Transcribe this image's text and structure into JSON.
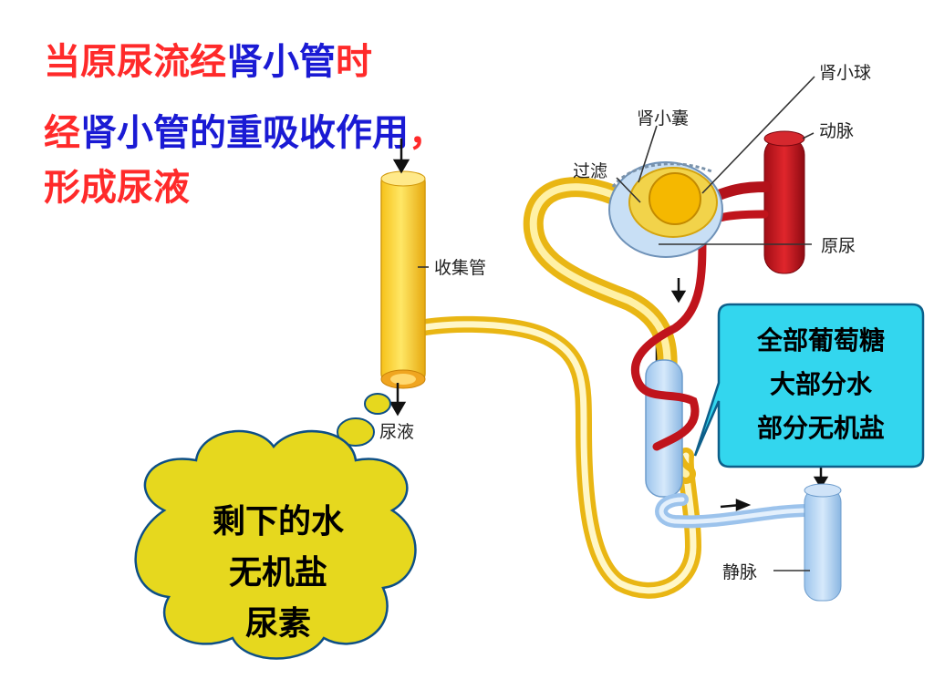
{
  "title": {
    "line1": [
      {
        "text": "当原尿流经",
        "color": "red"
      },
      {
        "text": "肾小管",
        "color": "blue"
      },
      {
        "text": "时",
        "color": "red"
      }
    ],
    "line2": [
      {
        "text": "经",
        "color": "red"
      },
      {
        "text": "肾小管的重吸收作用",
        "color": "blue"
      },
      {
        "text": "，",
        "color": "red"
      }
    ],
    "line3": [
      {
        "text": "形成尿液",
        "color": "red"
      }
    ]
  },
  "labels": {
    "renal_corpuscle_glomerulus": "肾小球",
    "bowmans_capsule": "肾小囊",
    "artery": "动脉",
    "filtration": "过滤",
    "primary_urine": "原尿",
    "collecting_duct": "收集管",
    "urine": "尿液",
    "vein": "静脉"
  },
  "callout": {
    "line1": "全部葡萄糖",
    "line2": "大部分水",
    "line3": "部分无机盐"
  },
  "cloud": {
    "line1": "剩下的水",
    "line2": "无机盐",
    "line3": "尿素"
  },
  "colors": {
    "title_red": "#ff2a2a",
    "title_blue": "#1a1ad4",
    "callout_fill": "#33d6ee",
    "cloud_fill": "#e6d81e",
    "tubule_yellow": "#f7c61b",
    "artery_red": "#c0141c",
    "vein_blue": "#a8cdf0"
  }
}
